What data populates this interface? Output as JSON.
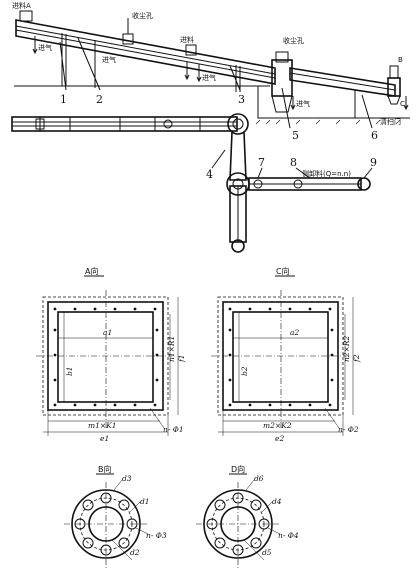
{
  "top_labels": {
    "feed_a": "进料A",
    "dust_1": "收尘孔",
    "feed_mid": "进料",
    "dust_2": "收尘孔",
    "feed_b": "B",
    "intake_1": "进气",
    "intake_2": "进气",
    "intake_3": "进气",
    "intake_4": "进气",
    "intake_c": "C",
    "bypass_door": "清扫门",
    "side_unload": "侧卸料(Q=n.n)"
  },
  "part_numbers": [
    "1",
    "2",
    "3",
    "4",
    "5",
    "6",
    "7",
    "8",
    "9"
  ],
  "views": {
    "a_title": "A向",
    "c_title": "C向",
    "b_title": "B向",
    "d_title": "D向"
  },
  "dims_a": {
    "a": "a1",
    "b": "b1",
    "f": "f1",
    "nr": "n1×R1",
    "mk": "m1×K1",
    "e": "e1",
    "nphi": "n- Φ1"
  },
  "dims_c": {
    "a": "a2",
    "b": "b2",
    "f": "f2",
    "nr": "n2×R2",
    "mk": "m2×K2",
    "e": "e2",
    "nphi": "n- Φ2"
  },
  "dims_b": {
    "d3": "d3",
    "d1": "d1",
    "d2": "d2",
    "nphi": "n- Φ3"
  },
  "dims_d": {
    "d6": "d6",
    "d4": "d4",
    "d5": "d5",
    "nphi": "n- Φ4"
  }
}
